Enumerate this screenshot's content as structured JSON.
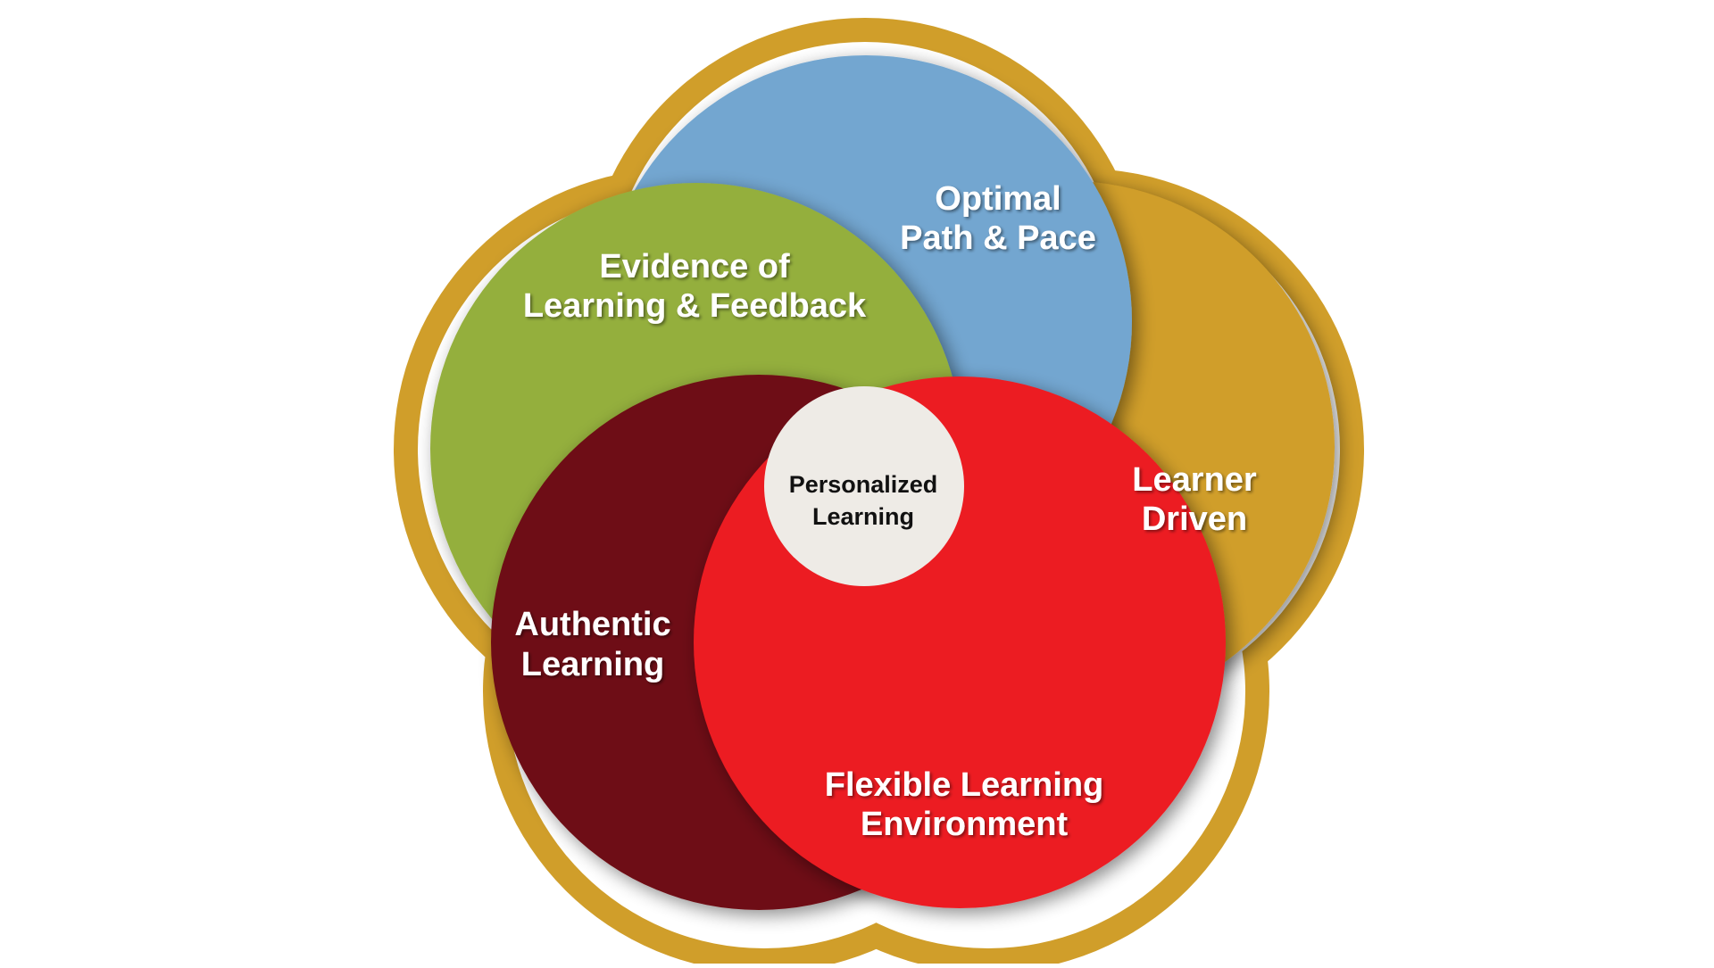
{
  "diagram": {
    "center": {
      "line1": "Personalized",
      "line2": "Learning"
    },
    "petals": [
      {
        "id": "optimal",
        "line1": "Optimal",
        "line2": "Path & Pace"
      },
      {
        "id": "evidence",
        "line1": "Evidence of",
        "line2": "Learning & Feedback"
      },
      {
        "id": "learner",
        "line1": "Learner",
        "line2": "Driven"
      },
      {
        "id": "authentic",
        "line1": "Authentic",
        "line2": "Learning"
      },
      {
        "id": "flexible",
        "line1": "Flexible Learning",
        "line2": "Environment"
      }
    ],
    "colors": {
      "ring": "#D09E2A",
      "optimal": "#73A6D0",
      "evidence": "#94AF3E",
      "learner": "#D09E2A",
      "authentic": "#6E0C12",
      "flexible": "#EC1C24",
      "center": "#EEEBE6"
    }
  }
}
